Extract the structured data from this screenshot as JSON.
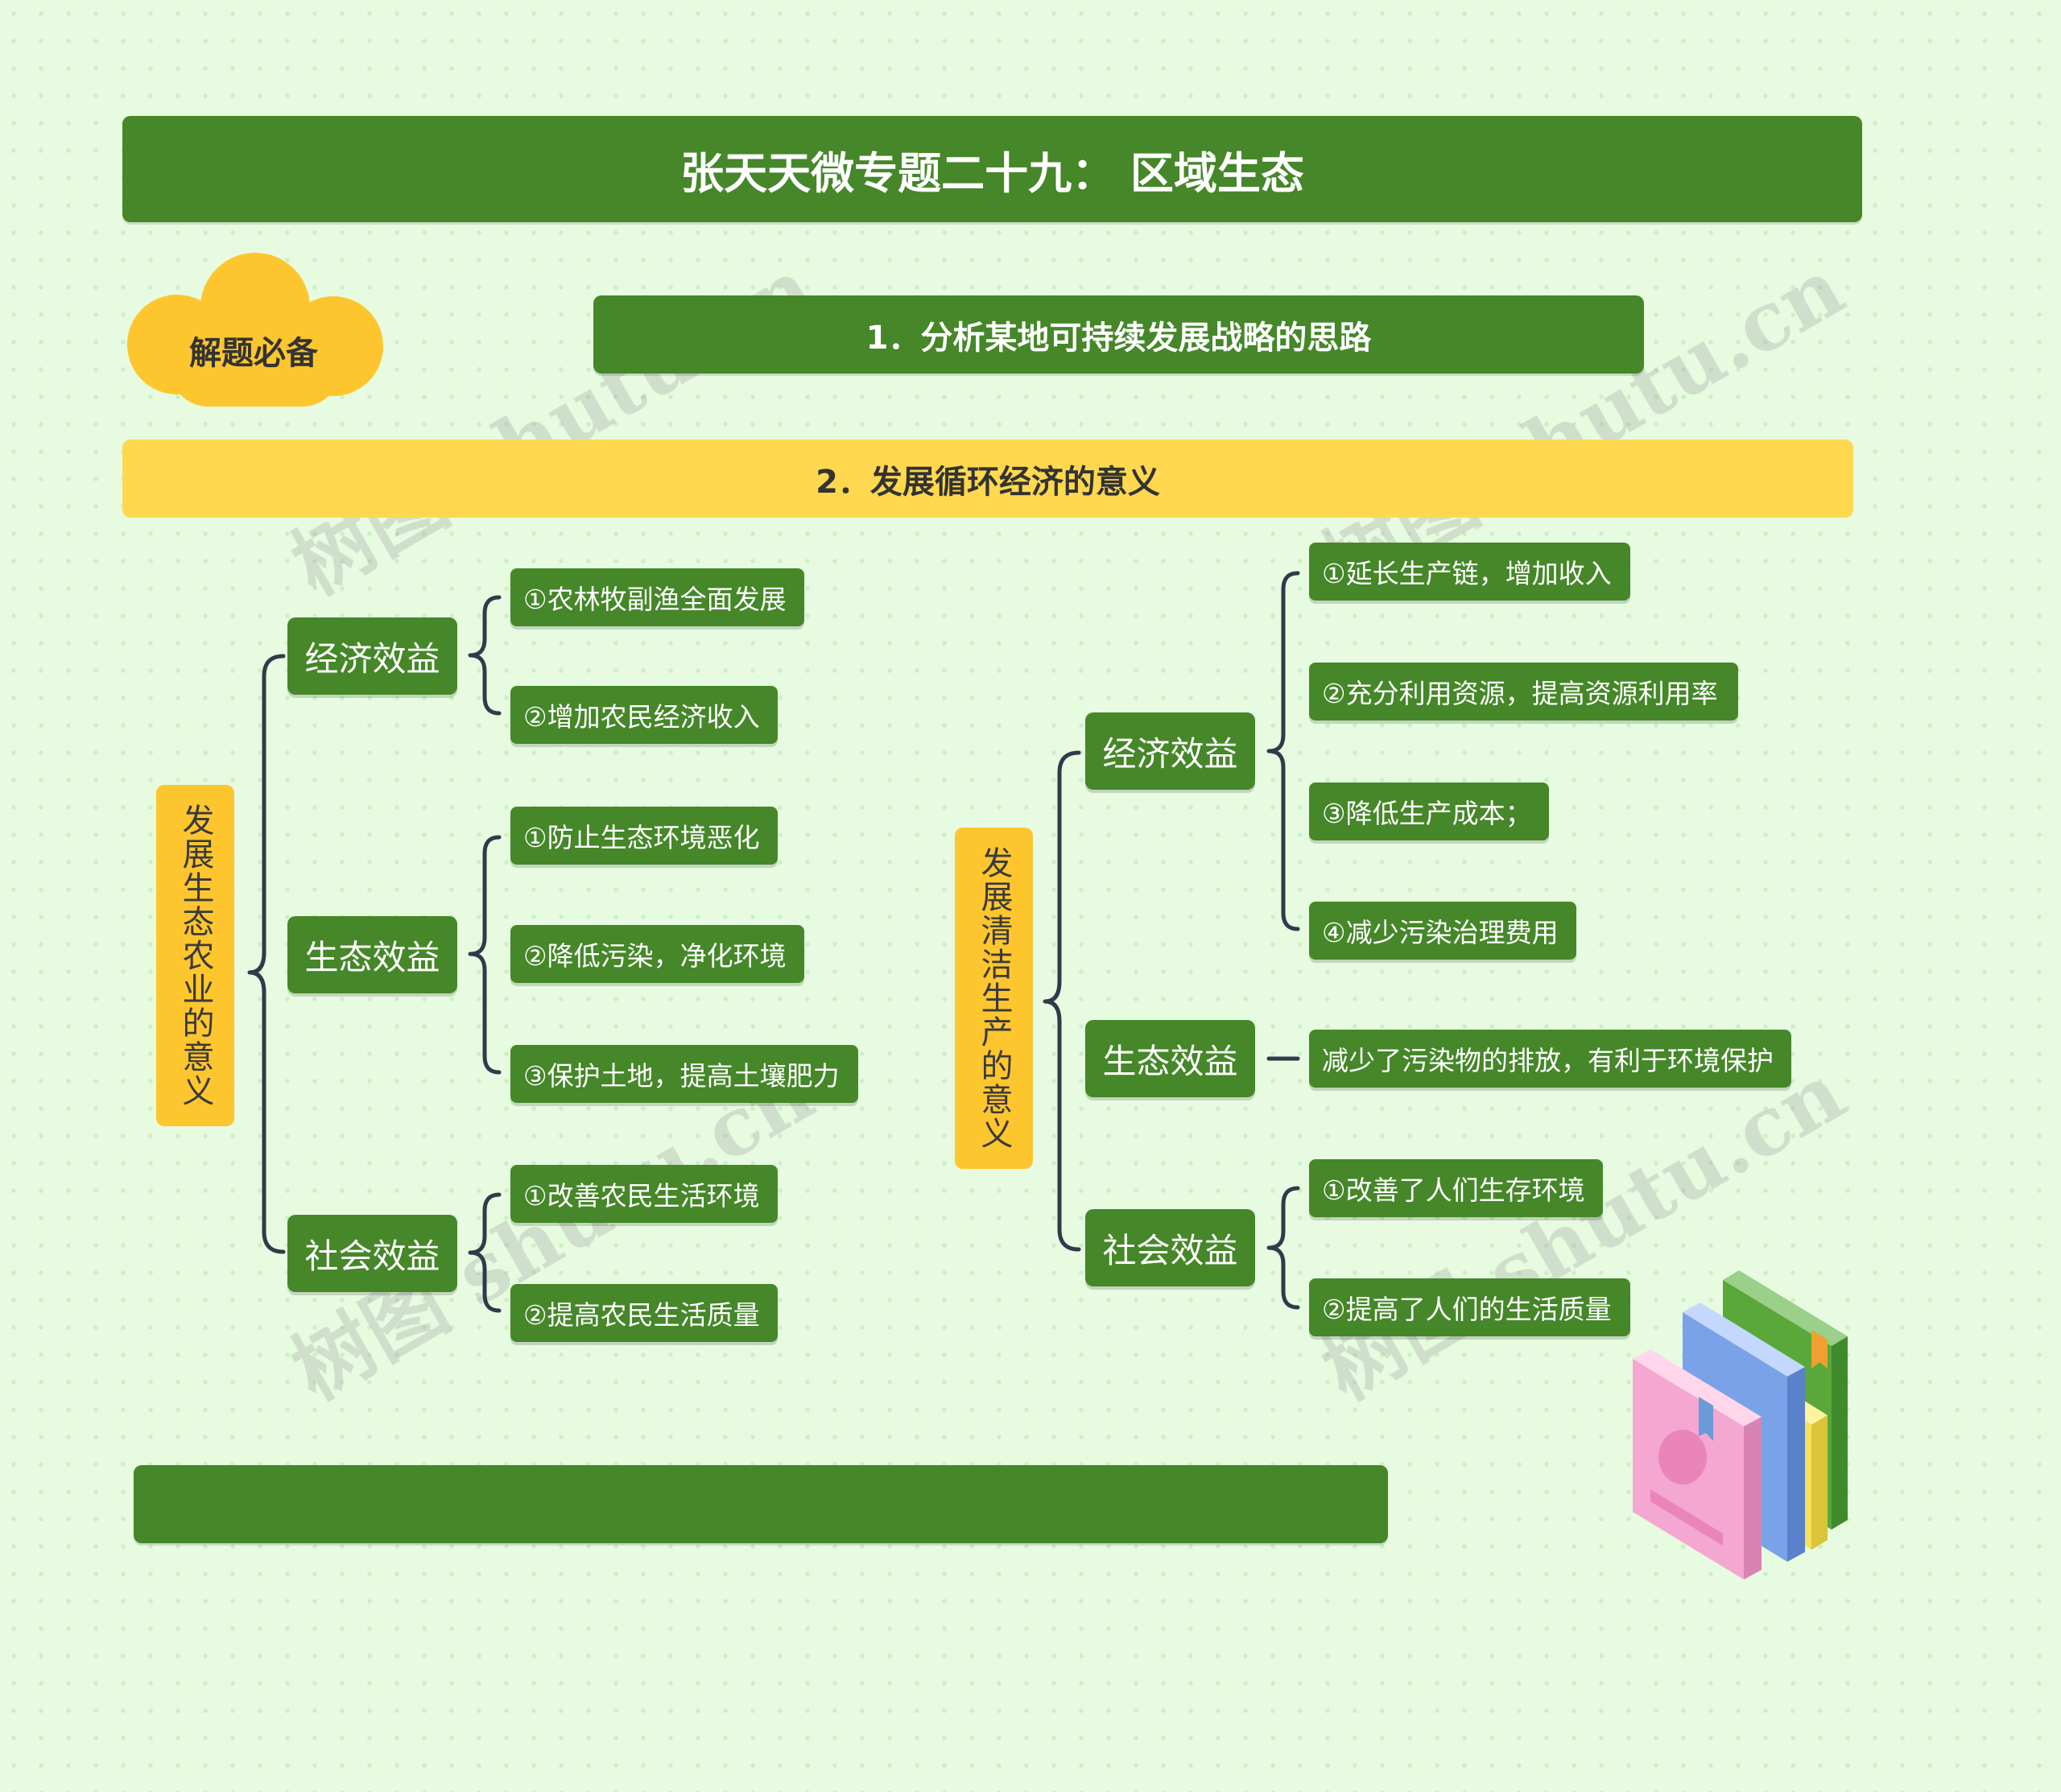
{
  "title": "张天天微专题二十九： 区域生态",
  "cloud_label": "解题必备",
  "heading1": "1．分析某地可持续发展战略的思路",
  "heading2": "2．发展循环经济的意义",
  "left": {
    "root": "发展生态农业的意义",
    "branches": [
      {
        "label": "经济效益",
        "items": [
          "①农林牧副渔全面发展",
          "②增加农民经济收入"
        ]
      },
      {
        "label": "生态效益",
        "items": [
          "①防止生态环境恶化",
          "②降低污染，净化环境",
          "③保护土地，提高土壤肥力"
        ]
      },
      {
        "label": "社会效益",
        "items": [
          "①改善农民生活环境",
          "②提高农民生活质量"
        ]
      }
    ]
  },
  "right": {
    "root": "发展清洁生产的意义",
    "branches": [
      {
        "label": "经济效益",
        "items": [
          "①延长生产链，增加收入",
          "②充分利用资源，提高资源利用率",
          "③降低生产成本；",
          "④减少污染治理费用"
        ]
      },
      {
        "label": "生态效益",
        "items": [
          "减少了污染物的排放，有利于环境保护"
        ]
      },
      {
        "label": "社会效益",
        "items": [
          "①改善了人们生存环境",
          "②提高了人们的生活质量"
        ]
      }
    ]
  },
  "watermark": "树图 shutu.cn",
  "colors": {
    "green": "#458729",
    "yellow": "#ffd84f",
    "amber": "#fec62e",
    "connector": "#2f3a4a",
    "background": "#e6fbdf"
  }
}
